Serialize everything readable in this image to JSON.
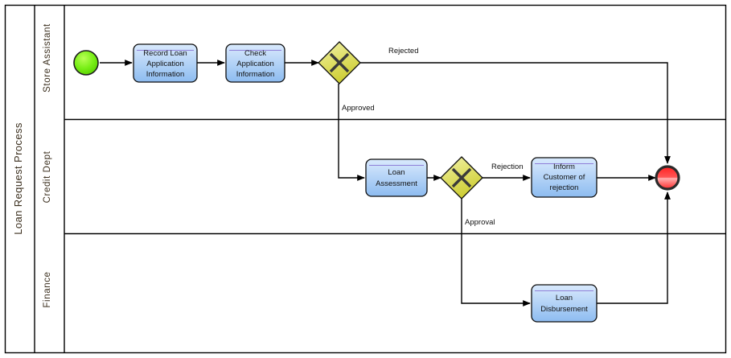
{
  "pool": {
    "label": "Loan Request Process"
  },
  "lanes": [
    {
      "id": "store-assistant",
      "label": "Store Assistant"
    },
    {
      "id": "credit-dept",
      "label": "Credit Dept"
    },
    {
      "id": "finance",
      "label": "Finance"
    }
  ],
  "events": {
    "start": {
      "name": "start-event",
      "color": "#66ee11"
    },
    "end": {
      "name": "end-event",
      "color": "#ff1a1a"
    }
  },
  "tasks": [
    {
      "id": "record-loan-application-information",
      "lines": [
        "Record Loan",
        "Application",
        "Information"
      ]
    },
    {
      "id": "check-application-information",
      "lines": [
        "Check",
        "Application",
        "Information"
      ]
    },
    {
      "id": "loan-assessment",
      "lines": [
        "Loan",
        "Assessment"
      ]
    },
    {
      "id": "inform-customer-of-rejection",
      "lines": [
        "Inform",
        "Customer of",
        "rejection"
      ]
    },
    {
      "id": "loan-disbursement",
      "lines": [
        "Loan",
        "Disbursement"
      ]
    }
  ],
  "gateways": [
    {
      "id": "application-check-gateway",
      "type": "exclusive"
    },
    {
      "id": "assessment-decision-gateway",
      "type": "exclusive"
    }
  ],
  "flow_labels": {
    "rejected": "Rejected",
    "approved": "Approved",
    "rejection": "Rejection",
    "approval": "Approval"
  },
  "colors": {
    "task_fill_top": "#cfe3fb",
    "task_fill_bottom": "#8fbdf0",
    "task_stroke": "#0d0d0d",
    "gateway_fill_top": "#e8e87a",
    "gateway_fill_bottom": "#cfcf3a",
    "gateway_stroke": "#0d0d0d",
    "line": "#000000",
    "label_text": "#3b2f1e"
  }
}
